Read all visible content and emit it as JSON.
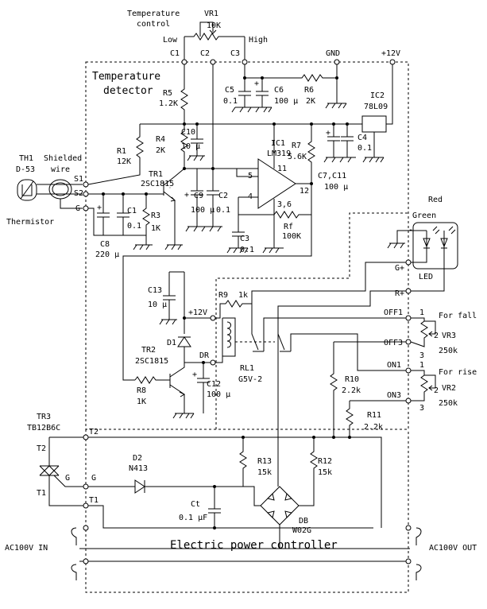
{
  "labels": {
    "temp_control": "Temperature",
    "temp_control2": "control",
    "vr1": "VR1",
    "vr1_value": "10K",
    "low": "Low",
    "high": "High",
    "c1": "C1",
    "c2": "C2",
    "c3": "C3",
    "gnd": "GND",
    "plus12v_top": "+12V",
    "temp_detector_1": "Temperature",
    "temp_detector_2": "detector",
    "r5": "R5",
    "r5_value": "1.2K",
    "c5": "C5",
    "c5_value": "0.1",
    "c6": "C6",
    "c6_value": "100 μ",
    "r6": "R6",
    "r6_value": "2K",
    "ic2": "IC2",
    "ic2_value": "78L09",
    "r4": "R4",
    "r4_value": "2K",
    "c10": "C10",
    "c10_value": "10 μ",
    "ic1": "IC1",
    "ic1_value": "LM319",
    "r7": "R7",
    "r7_value": "5.6K",
    "c4": "C4",
    "c4_value": "0.1",
    "c7c11": "C7,C11",
    "c7c11_value": "100 μ",
    "th1": "TH1",
    "th1_value": "D-53",
    "shielded_1": "Shielded",
    "shielded_2": "wire",
    "thermistor": "Thermistor",
    "r1": "R1",
    "r1_value": "12K",
    "tr1": "TR1",
    "tr1_value": "2SC1815",
    "s1": "S1",
    "s2": "S2",
    "g": "G",
    "c9": "C9",
    "c9_value": "100 μ",
    "c2cap": "C2",
    "c2cap_value": "0.1",
    "pin5": "5",
    "pin4": "4",
    "pin11": "11",
    "pin12": "12",
    "pin3_6": "3,6",
    "c1cap": "C1",
    "c1cap_value": "0.1",
    "r3": "R3",
    "r3_value": "1K",
    "c8": "C8",
    "c8_value": "220 μ",
    "rf": "Rf",
    "rf_value": "100K",
    "c3cap": "C3",
    "c3cap_value": "0.1",
    "red": "Red",
    "green": "Green",
    "led": "LED",
    "g_plus": "G+",
    "r_plus": "R+",
    "c13": "C13",
    "c13_value": "10 μ",
    "plus12v_mid": "+12V",
    "r9": "R9",
    "r9_value": "1k",
    "d1": "D1",
    "dr": "DR",
    "tr2": "TR2",
    "tr2_value": "2SC1815",
    "rl1": "RL1",
    "rl1_value": "G5V-2",
    "c12": "C12",
    "c12_value": "100 μ",
    "r8": "R8",
    "r8_value": "1K",
    "off1": "OFF1",
    "off3": "OFF3",
    "on1": "ON1",
    "on3": "ON3",
    "for_fall": "For fall",
    "vr3": "VR3",
    "vr3_value": "250k",
    "for_rise": "For rise",
    "vr2": "VR2",
    "vr2_value": "250k",
    "r10": "R10",
    "r10_value": "2.2k",
    "r11": "R11",
    "r11_value": "2.2k",
    "n1": "1",
    "n2": "2",
    "n3": "3",
    "tr3": "TR3",
    "tr3_value": "TB12B6C",
    "t2": "T2",
    "t1": "T1",
    "d2": "D2",
    "d2_value": "N413",
    "r13": "R13",
    "r13_value": "15k",
    "r12": "R12",
    "r12_value": "15k",
    "ct": "Ct",
    "ct_value": "0.1 μF",
    "db": "DB",
    "db_value": "W02G",
    "ac_in": "AC100V IN",
    "ac_out": "AC100V OUT",
    "epc": "Electric power controller",
    "minus": "-",
    "plus": "+"
  }
}
